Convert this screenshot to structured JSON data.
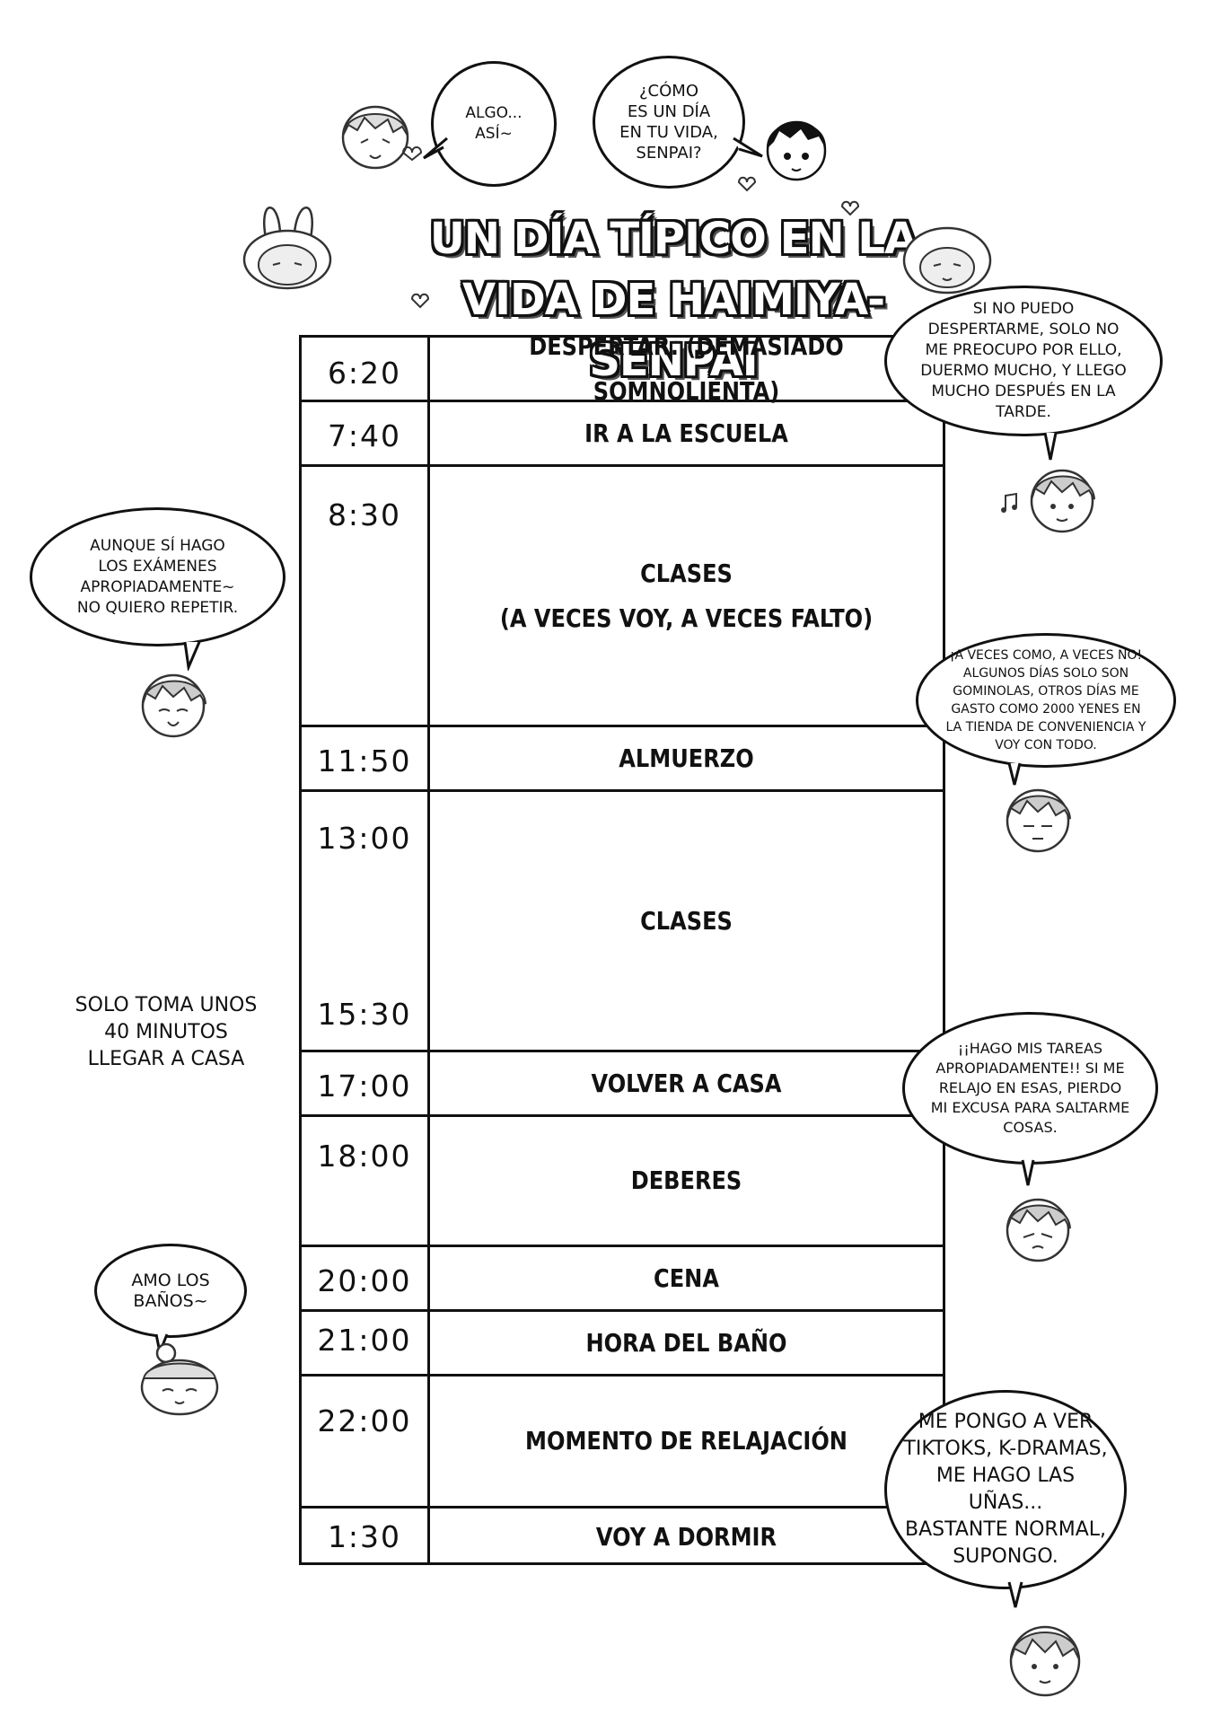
{
  "title": {
    "line1": "UN DÍA TÍPICO EN LA",
    "line2": "VIDA DE HAIMIYA-SENPAI"
  },
  "schedule": [
    {
      "time": "6:20",
      "activity": "DESPERTAR. (DEMASIADO SOMNOLIENTA)"
    },
    {
      "time": "7:40",
      "activity": "IR A LA ESCUELA"
    },
    {
      "time": "8:30",
      "activity": "CLASES",
      "activity2": "(A VECES VOY, A VECES FALTO)"
    },
    {
      "time": "11:50",
      "activity": "ALMUERZO"
    },
    {
      "time": "13:00",
      "time2": "15:30",
      "activity": "CLASES"
    },
    {
      "time": "17:00",
      "activity": "VOLVER A CASA"
    },
    {
      "time": "18:00",
      "activity": "DEBERES"
    },
    {
      "time": "20:00",
      "activity": "CENA"
    },
    {
      "time": "21:00",
      "activity": "HORA DEL BAÑO"
    },
    {
      "time": "22:00",
      "activity": "MOMENTO DE RELAJACIÓN"
    },
    {
      "time": "1:30",
      "activity": "VOY A DORMIR"
    }
  ],
  "bubbles": {
    "algo": "ALGO...\nASÍ~",
    "como": "¿CÓMO\nES UN DÍA\nEN TU VIDA,\nSENPAI?",
    "despertar": "SI NO PUEDO\nDESPERTARME, SOLO NO\nME PREOCUPO POR ELLO,\nDUERMO MUCHO, Y LLEGO\nMUCHO DESPUÉS EN LA\nTARDE.",
    "examenes": "AUNQUE SÍ HAGO\nLOS EXÁMENES\nAPROPIADAMENTE~\nNO QUIERO REPETIR.",
    "comida": "¡A VECES COMO, A VECES NO!\nALGUNOS DÍAS SOLO SON\nGOMINOLAS, OTROS DÍAS ME\nGASTO COMO 2000 YENES EN\nLA TIENDA DE CONVENIENCIA Y\nVOY CON TODO.",
    "tareas": "¡¡HAGO MIS TAREAS\nAPROPIADAMENTE!! SI ME\nRELAJO EN ESAS, PIERDO\nMI EXCUSA PARA SALTARME\nCOSAS.",
    "banos": "AMO LOS\nBAÑOS~",
    "relax": "ME PONGO A VER\nTIKTOKS, K-DRAMAS,\nME HAGO LAS UÑAS...\nBASTANTE NORMAL,\nSUPONGO."
  },
  "note": "SOLO TOMA UNOS\n40 MINUTOS\nLLEGAR A CASA"
}
